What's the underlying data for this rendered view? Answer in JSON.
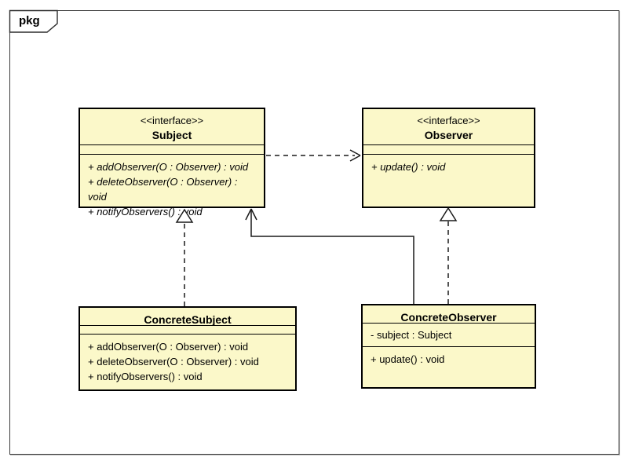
{
  "frame": {
    "label": "pkg"
  },
  "colors": {
    "class_fill": "#fbf8c9",
    "class_border": "#000000",
    "frame_border": "#3b3b3b",
    "background": "#ffffff"
  },
  "classes": {
    "subject": {
      "stereotype": "<<interface>>",
      "name": "Subject",
      "attributes": [],
      "methods": [
        "+ addObserver(O : Observer) : void",
        "+ deleteObserver(O : Observer) : void",
        "+ notifyObservers() : void"
      ]
    },
    "observer": {
      "stereotype": "<<interface>>",
      "name": "Observer",
      "attributes": [],
      "methods": [
        "+ update() : void"
      ]
    },
    "concrete_subject": {
      "name": "ConcreteSubject",
      "attributes": [],
      "methods": [
        "+ addObserver(O : Observer) : void",
        "+ deleteObserver(O : Observer) : void",
        "+ notifyObservers() : void"
      ]
    },
    "concrete_observer": {
      "name": "ConcreteObserver",
      "attributes": [
        "- subject : Subject"
      ],
      "methods": [
        "+ update() : void"
      ]
    }
  },
  "relationships": [
    {
      "from": "Subject",
      "to": "Observer",
      "type": "dependency",
      "line": "dashed",
      "arrowhead": "open"
    },
    {
      "from": "ConcreteSubject",
      "to": "Subject",
      "type": "realization",
      "line": "dashed",
      "arrowhead": "hollow-triangle"
    },
    {
      "from": "ConcreteObserver",
      "to": "Observer",
      "type": "realization",
      "line": "dashed",
      "arrowhead": "hollow-triangle"
    },
    {
      "from": "ConcreteObserver",
      "to": "Subject",
      "type": "association",
      "line": "solid",
      "arrowhead": "open"
    }
  ]
}
